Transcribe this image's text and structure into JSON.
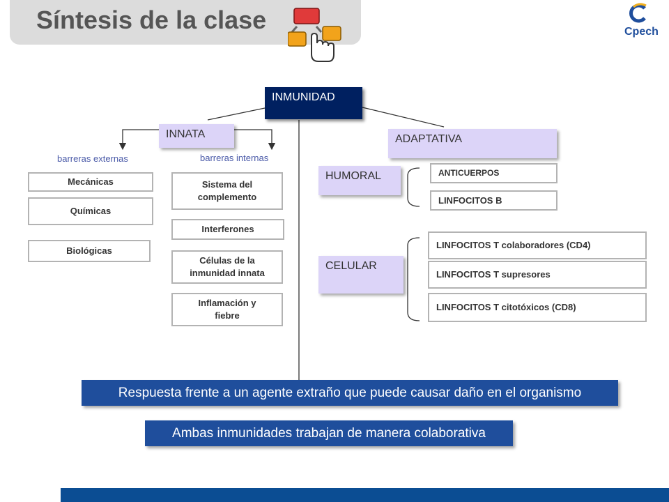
{
  "header": {
    "title": "Síntesis de la clase",
    "logo_text": "Cpech",
    "icon": "flowchart-hand-icon"
  },
  "diagram": {
    "root": "INMUNIDAD",
    "innata": {
      "label": "INNATA",
      "externas": {
        "label": "barreras externas",
        "items": [
          "Mecánicas",
          "Químicas",
          "Biológicas"
        ]
      },
      "internas": {
        "label": "barreras internas",
        "items": [
          "Sistema del complemento",
          "Interferones",
          "Células de la inmunidad innata",
          "Inflamación y fiebre"
        ]
      }
    },
    "adaptativa": {
      "label": "ADAPTATIVA",
      "humoral": {
        "label": "HUMORAL",
        "items": [
          "ANTICUERPOS",
          "LINFOCITOS B"
        ]
      },
      "celular": {
        "label": "CELULAR",
        "items": [
          "LINFOCITOS T colaboradores (CD4)",
          "LINFOCITOS T supresores",
          "LINFOCITOS T citotóxicos (CD8)"
        ]
      }
    },
    "summary": [
      "Respuesta frente a un agente extraño que puede causar daño en el organismo",
      "Ambas inmunidades trabajan de manera colaborativa"
    ]
  },
  "colors": {
    "dark_blue": "#002060",
    "banner_blue": "#1f4e9c",
    "lavender": "#dcd4f8",
    "footer": "#0b4d93"
  }
}
